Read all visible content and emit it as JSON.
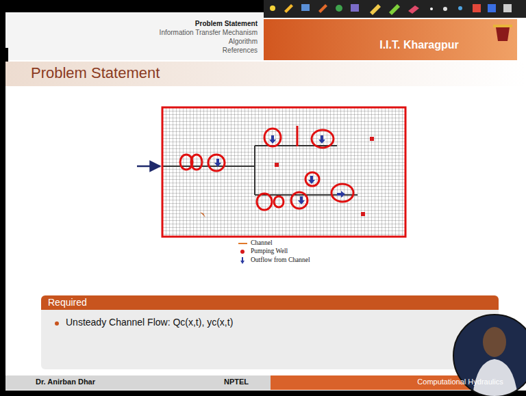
{
  "diagram": {
    "title": "Problem Statement",
    "nodes": [
      {
        "text": [
          "Required",
          "Unsteady Channel Flow: Qc(x,t), yc(x,t)"
        ]
      }
    ],
    "labels": [
      "Problem Statement",
      "Information Transfer Mechanism",
      "Algorithm",
      "References",
      "I.I.T. Kharagpur",
      "Dr. Anirban Dhar",
      "NPTEL",
      "Computational Hydraulics"
    ],
    "legend": [
      {
        "text": "Channel"
      },
      {
        "text": "Pumping Well",
        "color": "#d7191c"
      },
      {
        "text": "Outflow from Channel"
      }
    ]
  }
}
